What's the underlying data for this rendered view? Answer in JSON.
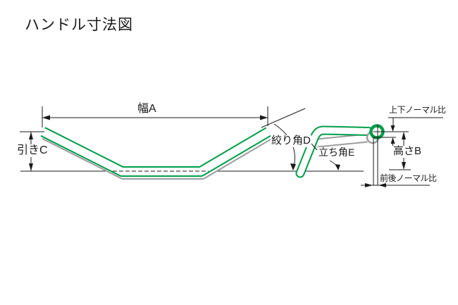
{
  "page": {
    "title": "ハンドル寸法図"
  },
  "colors": {
    "handlebar_green": "#009e48",
    "normal_gray": "#9c9c9c",
    "line_black": "#1a1a1a",
    "background": "#ffffff"
  },
  "diagram": {
    "description": "handlebar-dimension-diagram",
    "labels": {
      "width_a": "幅A",
      "pull_c": "引きC",
      "sweep_angle_d": "絞り角D",
      "rise_angle_e": "立ち角E",
      "vertical_normal_ratio": "上下ノーマル比",
      "height_b": "高さB",
      "front_rear_normal_ratio": "前後ノーマル比"
    }
  }
}
